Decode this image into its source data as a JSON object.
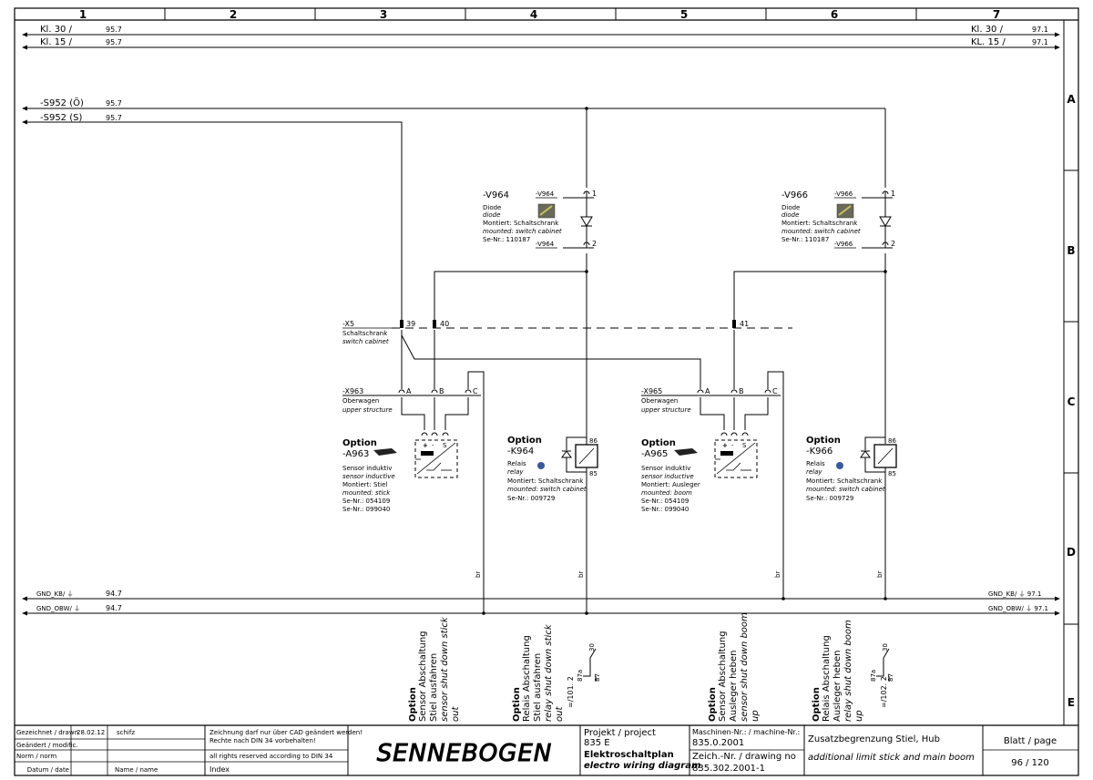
{
  "grid": {
    "columns": [
      "1",
      "2",
      "3",
      "4",
      "5",
      "6",
      "7"
    ],
    "rows": [
      "A",
      "B",
      "C",
      "D",
      "E"
    ]
  },
  "rails": {
    "kl30_left": "Kl. 30 /",
    "kl30_left_ref": "95.7",
    "kl15_left": "Kl. 15 /",
    "kl15_left_ref": "95.7",
    "kl30_right": "Kl. 30 /",
    "kl30_right_ref": "97.1",
    "kl15_right": "KL. 15 /",
    "kl15_right_ref": "97.1",
    "s952o": "-S952 (Ö)",
    "s952o_ref": "95.7",
    "s952s": "-S952 (S)",
    "s952s_ref": "95.7",
    "gndkb_left": "GND_KB/ ⏚",
    "gndkb_left_ref": "94.7",
    "gndobw_left": "GND_OBW/ ⏚",
    "gndobw_left_ref": "94.7",
    "gndkb_right": "GND_KB/ ⏚ 97.1",
    "gndobw_right": "GND_OBW/ ⏚ 97.1"
  },
  "v964": {
    "tag": "-V964",
    "pin1": "1",
    "pin2": "2",
    "lines": [
      "Diode",
      "diode",
      "Montiert: Schaltschrank",
      "mounted: switch cabinet",
      "Se-Nr.: 110187"
    ]
  },
  "v966": {
    "tag": "-V966",
    "pin1": "1",
    "pin2": "2",
    "lines": [
      "Diode",
      "diode",
      "Montiert: Schaltschrank",
      "mounted: switch cabinet",
      "Se-Nr.: 110187"
    ]
  },
  "x5": {
    "tag": "-X5",
    "line1": "Schaltschrank",
    "line2": "switch cabinet",
    "p39": "39",
    "p40": "40",
    "p41": "41"
  },
  "x963": {
    "tag": "-X963",
    "line1": "Oberwagen",
    "line2": "upper structure",
    "pa": "A",
    "pb": "B",
    "pc": "C"
  },
  "x965": {
    "tag": "-X965",
    "line1": "Oberwagen",
    "line2": "upper structure",
    "pa": "A",
    "pb": "B",
    "pc": "C"
  },
  "a963": {
    "option": "Option",
    "tag": "-A963",
    "lines": [
      "Sensor induktiv",
      "sensor inductive",
      "Montiert: Stiel",
      "mounted: stick",
      "Se-Nr.: 054109",
      "Se-Nr.: 099040"
    ]
  },
  "a965": {
    "option": "Option",
    "tag": "-A965",
    "lines": [
      "Sensor induktiv",
      "sensor inductive",
      "Montiert: Ausleger",
      "mounted: boom",
      "Se-Nr.: 054109",
      "Se-Nr.: 099040"
    ]
  },
  "k964": {
    "option": "Option",
    "tag": "-K964",
    "a1": "86",
    "a2": "85",
    "lines": [
      "Relais",
      "relay",
      "Montiert: Schaltschrank",
      "mounted: switch cabinet",
      "Se-Nr.: 009729"
    ]
  },
  "k966": {
    "option": "Option",
    "tag": "-K966",
    "a1": "86",
    "a2": "85",
    "lines": [
      "Relais",
      "relay",
      "Montiert: Schaltschrank",
      "mounted: switch cabinet",
      "Se-Nr.: 009729"
    ]
  },
  "wire_color": "br",
  "column_labels": {
    "c1": [
      "Option",
      "Sensor Abschaltung",
      "Stiel ausfahren",
      "sensor shut down stick",
      "out"
    ],
    "c2": [
      "Option",
      "Relais Abschaltung",
      "Stiel ausfahren",
      "relay shut down stick",
      "out"
    ],
    "c3": [
      "Option",
      "Sensor Abschaltung",
      "Ausleger heben",
      "sensor shut down boom",
      "up"
    ],
    "c4": [
      "Option",
      "Relais Abschaltung",
      "Ausleger heben",
      "relay shut down boom",
      "up"
    ]
  },
  "contact_refs": {
    "k964_ref": "=/101. 2",
    "k964_pins": [
      "30",
      "87",
      "87a"
    ],
    "k966_ref": "=/102. 2",
    "k966_pins": [
      "30",
      "87",
      "87a"
    ]
  },
  "title_block": {
    "drawn_label": "Gezeichnet / drawn",
    "drawn_date": "28.02.12",
    "drawn_name": "schifz",
    "modif_label": "Geändert / modific.",
    "norm_label": "Norm / norm",
    "date_label": "Datum / date",
    "name_label": "Name / name",
    "note1": "Zeichnung darf nur  über CAD geändert werden!",
    "note2": "Rechte nach DIN 34 vorbehalten!",
    "note3": "all rights reserved according to DIN 34",
    "index_label": "Index",
    "logo": "SENNEBOGEN",
    "project_label": "Projekt / project",
    "project_value": "835 E",
    "plan_title": "Elektroschaltplan",
    "plan_title_en": "electro wiring diagram",
    "machine_label": "Maschinen-Nr.:  / machine-Nr.:",
    "machine_value": "835.0.2001",
    "drawing_label": "Zeich.-Nr. / drawing no",
    "drawing_value": "835.302.2001-1",
    "desc_de": "Zusatzbegrenzung Stiel, Hub",
    "desc_en": "additional limit stick and main boom",
    "page_label": "Blatt / page",
    "page_value": "96 / 120"
  }
}
